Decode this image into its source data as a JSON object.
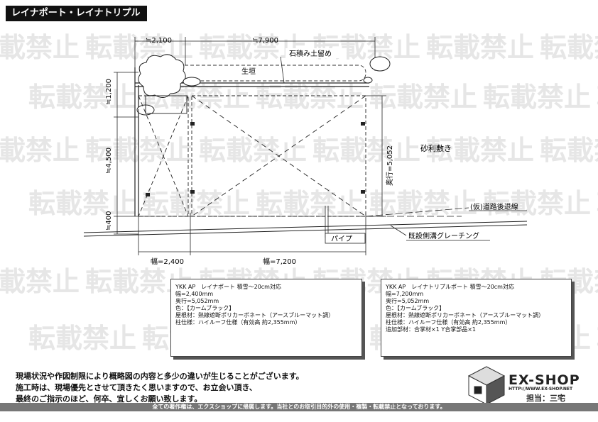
{
  "title": "レイナポート・レイナトリプルポート",
  "watermark": "転載禁止",
  "dimensions": {
    "top_left": "≒2,100",
    "top_right": "≒7,900",
    "left_upper": "≒1,200",
    "left_middle": "≒4,500",
    "left_lower": "≒400",
    "depth": "奥行=5,052",
    "width_left": "幅=2,400",
    "width_right": "幅=7,200"
  },
  "labels": {
    "stone_wall": "石積み土留め",
    "hedge": "生垣",
    "gravel": "砂利敷き",
    "road_setback": "(仮)道路後退線",
    "pipe": "パイプ",
    "grating": "既設側溝グレーチング"
  },
  "spec_left": [
    "YKK AP　レイナポート 積雪～20cm対応",
    "幅=2,400mm",
    "奥行=5,052mm",
    "色：【カームブラック】",
    "屋根材：熱線遮断ポリカーボネート（アースブルーマット調）",
    "柱仕様：ハイルーフ仕様（有効高 約2,355mm）"
  ],
  "spec_right": [
    "YKK AP　レイナトリプルポート 積雪～20cm対応",
    "幅=7,200mm",
    "奥行=5,052mm",
    "色：【カームブラック】",
    "屋根材：熱線遮断ポリカーボネート（アースブルーマット調）",
    "柱仕様：ハイルーフ仕様（有効高 約2,355mm）",
    "追加部材：合掌材×1 Y合掌部品×1"
  ],
  "notes": [
    "現場状況や作図制限により概略図の内容と多少の違いが生じることがございます。",
    "施工時は、現場優先とさせて頂きたく思いますので、お立会い頂き、",
    "最終のご指示のほど、何卒、宜しくお願い致します。"
  ],
  "logo": {
    "name": "EX-SHOP",
    "url": "HTTP://WWW.EX-SHOP.NET",
    "staff": "担当：三宅"
  },
  "footer": "全ての著作権は、エクスショップに帰属します。当社とのお取引目的外の使用・複製・転載禁止となっております。"
}
